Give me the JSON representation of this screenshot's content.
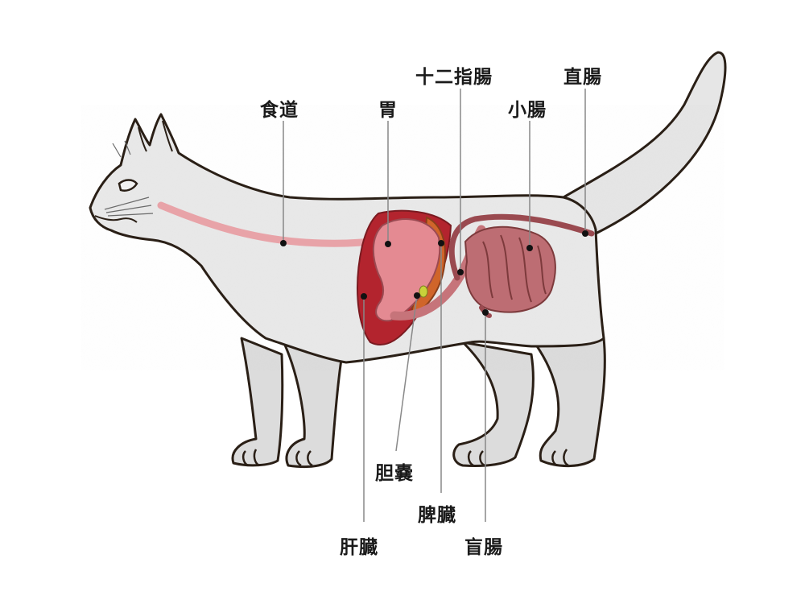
{
  "diagram": {
    "subject": "cat digestive system",
    "labels": {
      "esophagus": "食道",
      "stomach": "胃",
      "duodenum": "十二指腸",
      "small_intestine": "小腸",
      "rectum": "直腸",
      "gallbladder": "胆嚢",
      "spleen": "脾臓",
      "liver": "肝臓",
      "cecum": "盲腸"
    },
    "colors": {
      "body_fill": "#e9e9e9",
      "outline": "#2a1f16",
      "esophagus": "#e8a3a8",
      "stomach": "#e48a92",
      "liver": "#b3242e",
      "spleen": "#d0652a",
      "gallbladder": "#c8d23a",
      "intestine": "#b9686e",
      "rectum": "#7d3a3c",
      "leader_line": "#888888",
      "dot": "#111111"
    }
  }
}
